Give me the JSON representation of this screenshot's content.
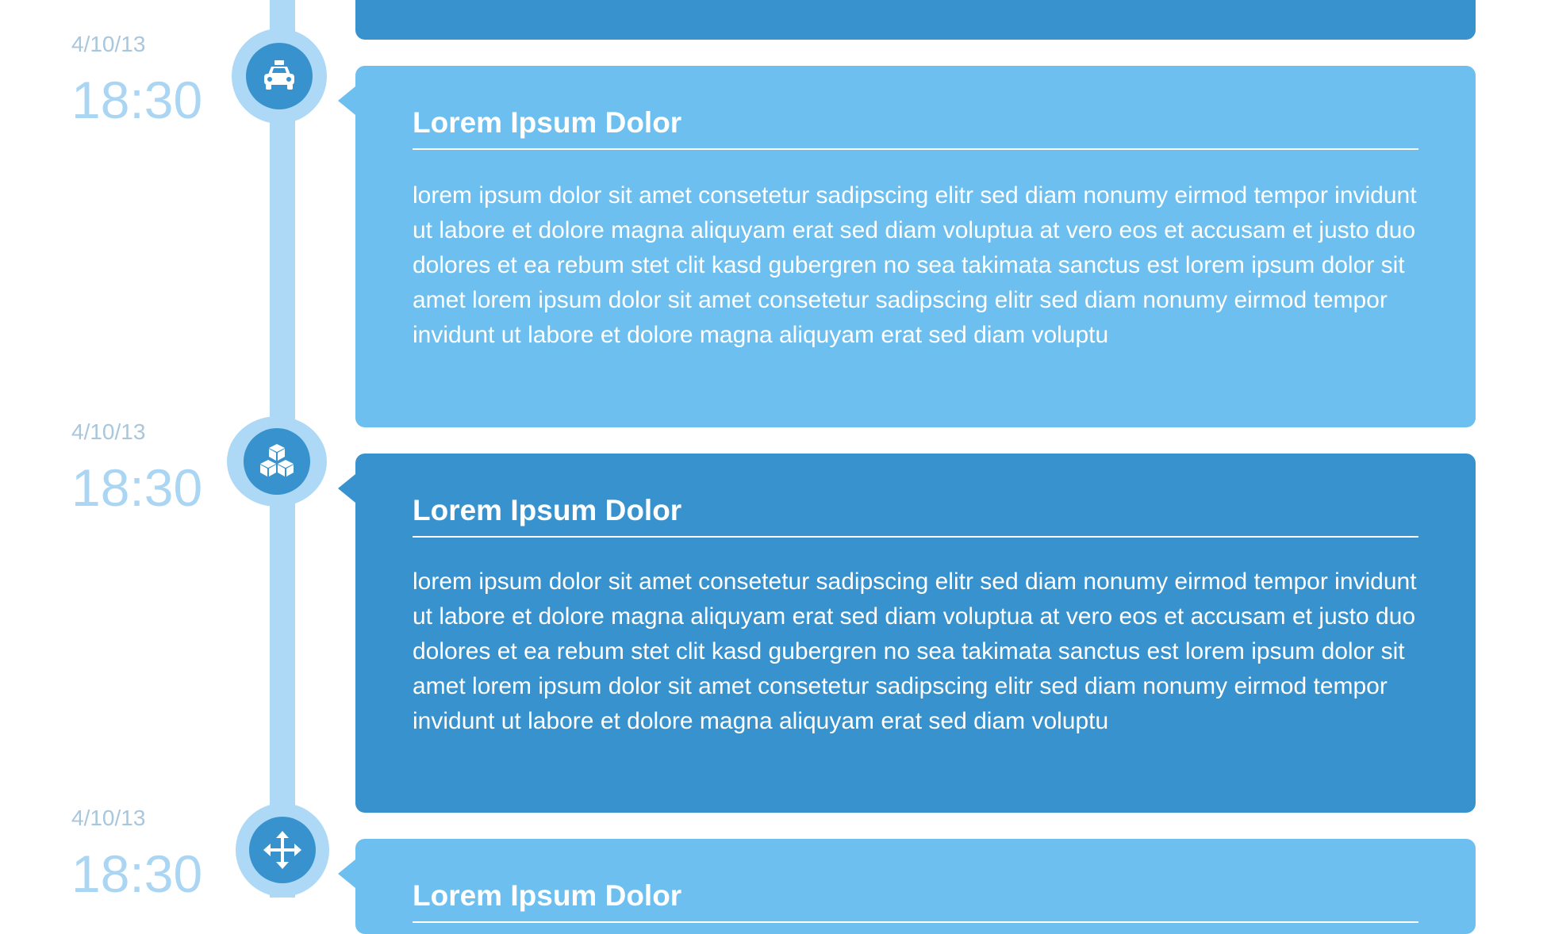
{
  "entries": [
    {
      "date": "4/10/13",
      "time": "18:30",
      "icon": "taxi-icon",
      "title": "Lorem Ipsum Dolor",
      "body": "lorem ipsum dolor sit amet consetetur sadipscing elitr sed diam nonumy eirmod tempor invidunt ut labore et dolore magna aliquyam erat sed diam voluptua at vero eos et accusam et justo duo dolores et ea rebum stet clit kasd gubergren no sea takimata sanctus est lorem ipsum dolor sit amet lorem ipsum dolor sit amet consetetur sadipscing elitr sed diam nonumy eirmod tempor invidunt ut labore et dolore magna aliquyam erat sed diam voluptu"
    },
    {
      "date": "4/10/13",
      "time": "18:30",
      "icon": "cubes-icon",
      "title": "Lorem Ipsum Dolor",
      "body": "lorem ipsum dolor sit amet consetetur sadipscing elitr sed diam nonumy eirmod tempor invidunt ut labore et dolore magna aliquyam erat sed diam voluptua at vero eos et accusam et justo duo dolores et ea rebum stet clit kasd gubergren no sea takimata sanctus est lorem ipsum dolor sit amet lorem ipsum dolor sit amet consetetur sadipscing elitr sed diam nonumy eirmod tempor invidunt ut labore et dolore magna aliquyam erat sed diam voluptu"
    },
    {
      "date": "4/10/13",
      "time": "18:30",
      "icon": "move-arrows-icon",
      "title": "Lorem Ipsum Dolor",
      "body": ""
    }
  ],
  "colors": {
    "line": "#aed9f6",
    "card_light": "#6cbfee",
    "card_dark": "#3792cd",
    "date_text": "#a8c6dc",
    "time_text": "#aad5f3"
  }
}
